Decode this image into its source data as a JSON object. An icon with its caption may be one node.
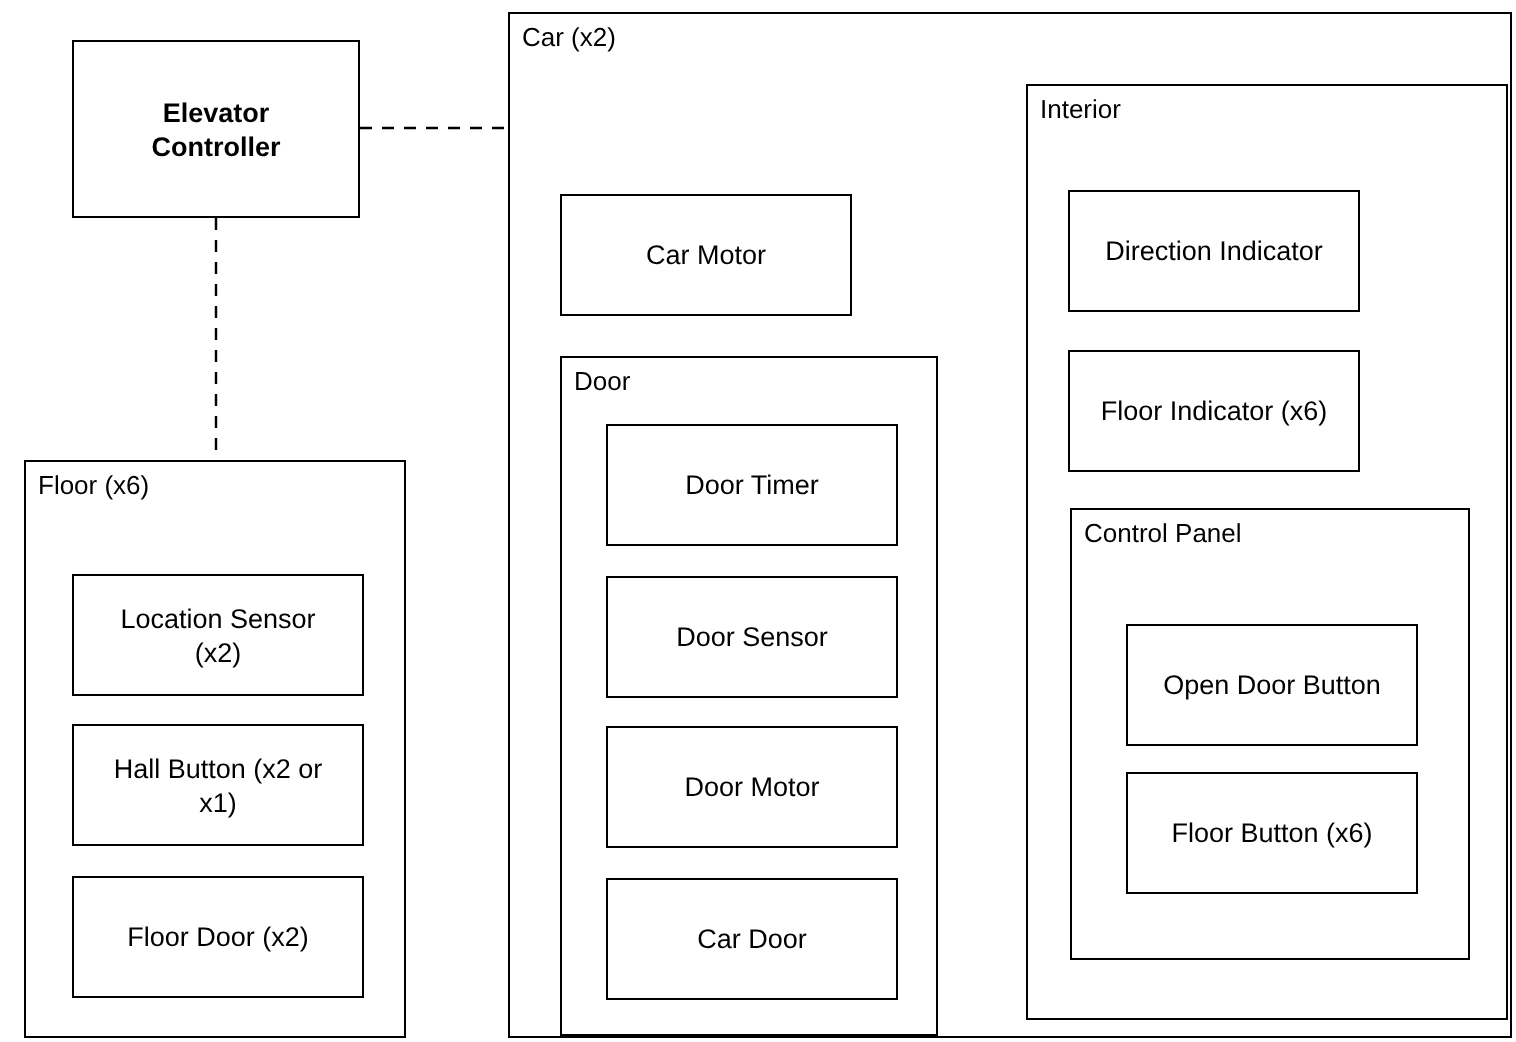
{
  "diagram": {
    "nodes": [
      {
        "text": [
          "Elevator Controller"
        ]
      },
      {
        "text": [
          "Car (x2)"
        ]
      },
      {
        "text": [
          "Car Motor"
        ],
        "in": 1
      },
      {
        "text": [
          "Door"
        ],
        "in": 1
      },
      {
        "text": [
          "Door Timer"
        ],
        "in": 3
      },
      {
        "text": [
          "Door Sensor"
        ],
        "in": 3
      },
      {
        "text": [
          "Door Motor"
        ],
        "in": 3
      },
      {
        "text": [
          "Car Door"
        ],
        "in": 3
      },
      {
        "text": [
          "Interior"
        ],
        "in": 1
      },
      {
        "text": [
          "Direction Indicator"
        ],
        "in": 8
      },
      {
        "text": [
          "Floor Indicator (x6)"
        ],
        "in": 8
      },
      {
        "text": [
          "Control Panel"
        ],
        "in": 8
      },
      {
        "text": [
          "Open Door Button"
        ],
        "in": 11
      },
      {
        "text": [
          "Floor Button (x6)"
        ],
        "in": 11
      },
      {
        "text": [
          "Floor (x6)"
        ]
      },
      {
        "text": [
          "Location Sensor (x2)"
        ],
        "in": 14
      },
      {
        "text": [
          "Hall Button (x2 or x1)"
        ],
        "in": 14
      },
      {
        "text": [
          "Floor Door (x2)"
        ],
        "in": 14
      }
    ],
    "edges": [
      {
        "from": 0,
        "to": 1,
        "arrow": "none",
        "style": "dashed"
      },
      {
        "from": 0,
        "to": 14,
        "arrow": "none",
        "style": "dashed"
      }
    ]
  }
}
